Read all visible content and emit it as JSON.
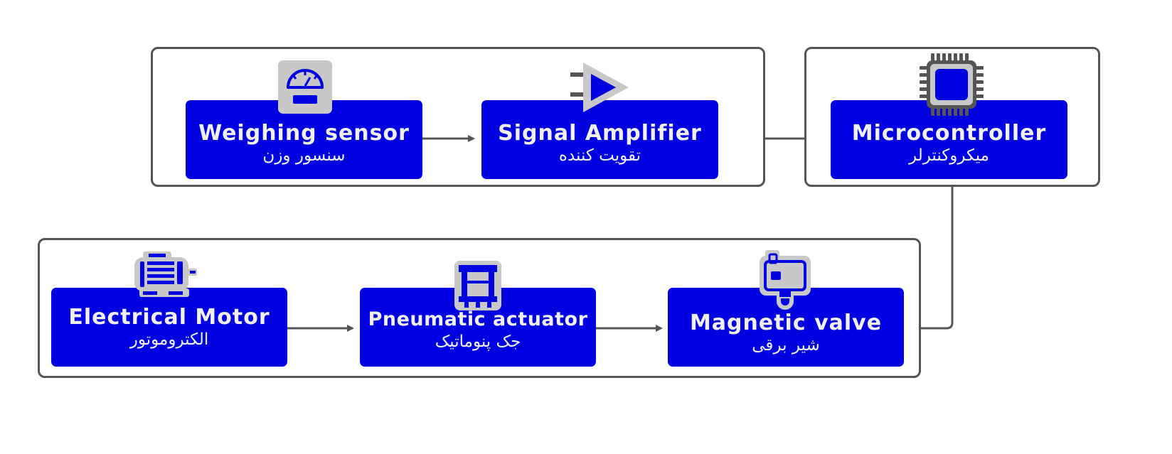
{
  "colors": {
    "node_fill": "#0000e0",
    "node_text": "#f0f0f0",
    "border": "#555555",
    "icon_gray": "#c8c8c8"
  },
  "nodes": {
    "weighing_sensor": {
      "en": "Weighing sensor",
      "fa": "سنسور وزن",
      "icon": "gauge-icon"
    },
    "signal_amplifier": {
      "en": "Signal Amplifier",
      "fa": "تقویت کننده",
      "icon": "amplifier-icon"
    },
    "microcontroller": {
      "en": "Microcontroller",
      "fa": "میکروکنترلر",
      "icon": "chip-icon"
    },
    "electrical_motor": {
      "en": "Electrical Motor",
      "fa": "الکتروموتور",
      "icon": "motor-icon"
    },
    "pneumatic_actuator": {
      "en": "Pneumatic actuator",
      "fa": "جک پنوماتیک",
      "icon": "actuator-icon"
    },
    "magnetic_valve": {
      "en": "Magnetic valve",
      "fa": "شیر برقی",
      "icon": "valve-icon"
    }
  }
}
